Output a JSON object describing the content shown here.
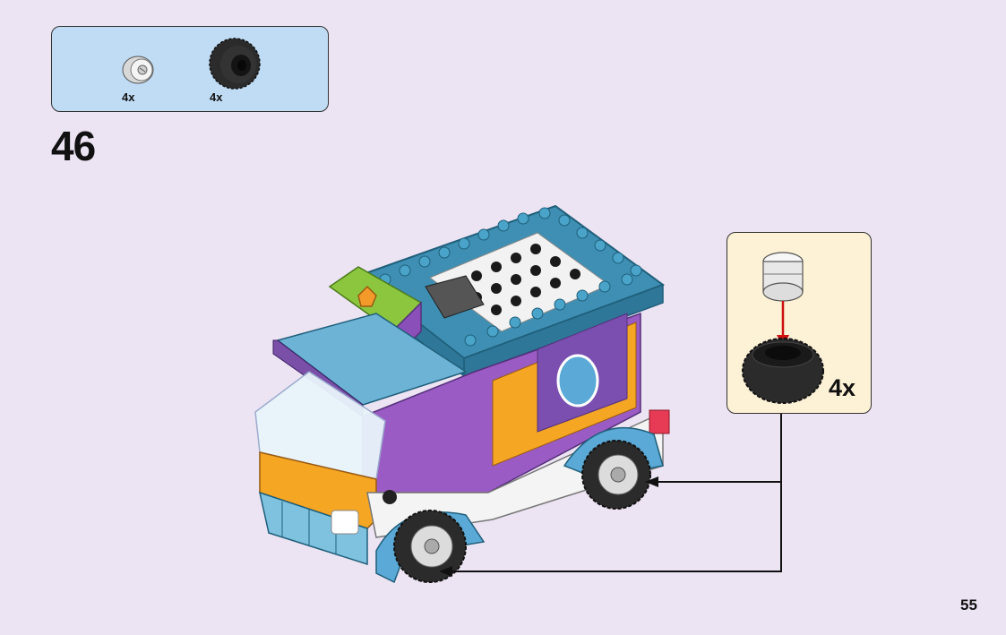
{
  "parts_list": {
    "items": [
      {
        "name": "wheel-rim",
        "qty_label": "4x",
        "color": "#e8e8e8"
      },
      {
        "name": "tire",
        "qty_label": "4x",
        "color": "#2a2a2a"
      }
    ]
  },
  "step": {
    "number": "46"
  },
  "subassembly": {
    "qty_label": "4x"
  },
  "page": {
    "number": "55"
  },
  "colors": {
    "background": "#ece3f3",
    "parts_box": "#bfdcf4",
    "callout_box": "#fdf1d6",
    "arrow": "#cc1111"
  }
}
